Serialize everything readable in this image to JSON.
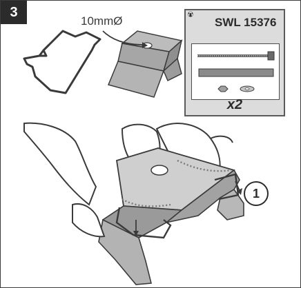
{
  "step": {
    "number": "3"
  },
  "hole": {
    "label": "10mmØ"
  },
  "kit": {
    "code": "SWL 15376",
    "quantity": "x2"
  },
  "callout": {
    "number": "1"
  },
  "icons": [
    "football-logo-icon",
    "bolt-icon",
    "spacer-tube-icon",
    "nut-icon",
    "washer-icon",
    "wire-clip-icon",
    "bracket-icon"
  ]
}
